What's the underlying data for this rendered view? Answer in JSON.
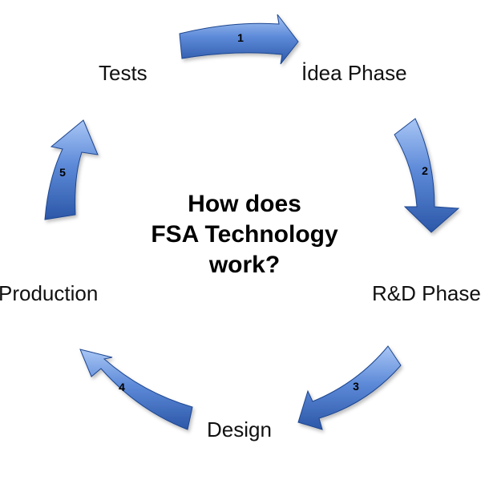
{
  "title_lines": [
    "How does",
    "FSA Technology",
    "work?"
  ],
  "stages": [
    {
      "label": "Tests"
    },
    {
      "label": "İdea Phase"
    },
    {
      "label": "R&D Phase"
    },
    {
      "label": "Design"
    },
    {
      "label": "Production"
    }
  ],
  "arrows": [
    {
      "number": "1"
    },
    {
      "number": "2"
    },
    {
      "number": "3"
    },
    {
      "number": "4"
    },
    {
      "number": "5"
    }
  ],
  "colors": {
    "arrow_light": "#8fb4f0",
    "arrow_mid": "#4f7fd4",
    "arrow_dark": "#2c57a8",
    "arrow_edge": "#1f4690",
    "text": "#111111"
  }
}
